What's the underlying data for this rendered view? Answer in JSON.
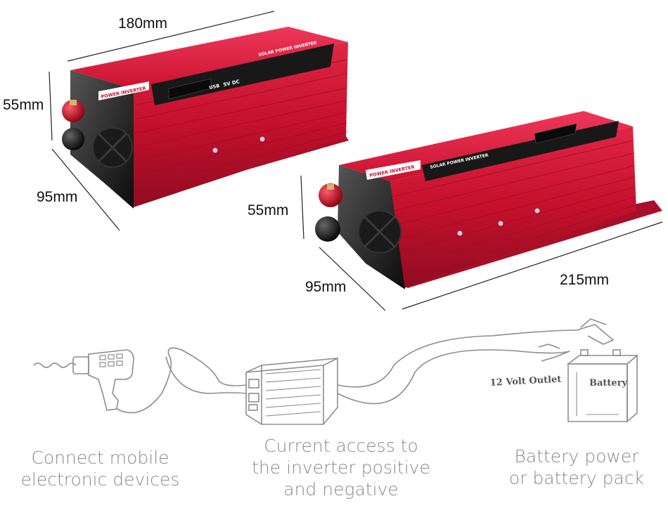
{
  "dimensions": {
    "small_length": "180mm",
    "small_height": "55mm",
    "small_width": "95mm",
    "large_height": "55mm",
    "large_width": "95mm",
    "large_length": "215mm"
  },
  "device_labels": {
    "brand_plate": "POWER INVERTER",
    "panel_title": "SOLAR POWER INVERTER",
    "usb_label": "USB",
    "usb_output": "5V DC"
  },
  "diagram": {
    "outlet_label": "12 Volt Outlet",
    "battery_label": "Battery"
  },
  "captions": {
    "devices": [
      "Connect mobile",
      "electronic devices"
    ],
    "inverter": [
      "Current access to",
      "the inverter positive",
      "and negative"
    ],
    "battery": [
      "Battery power",
      "or battery pack"
    ]
  },
  "colors": {
    "housing_red": "#d8193a",
    "housing_dark_red": "#9e0f26",
    "terminal_red": "#b3001b",
    "sketch_gray": "#8d8d8d",
    "caption_gray": "#8a8a8a"
  }
}
